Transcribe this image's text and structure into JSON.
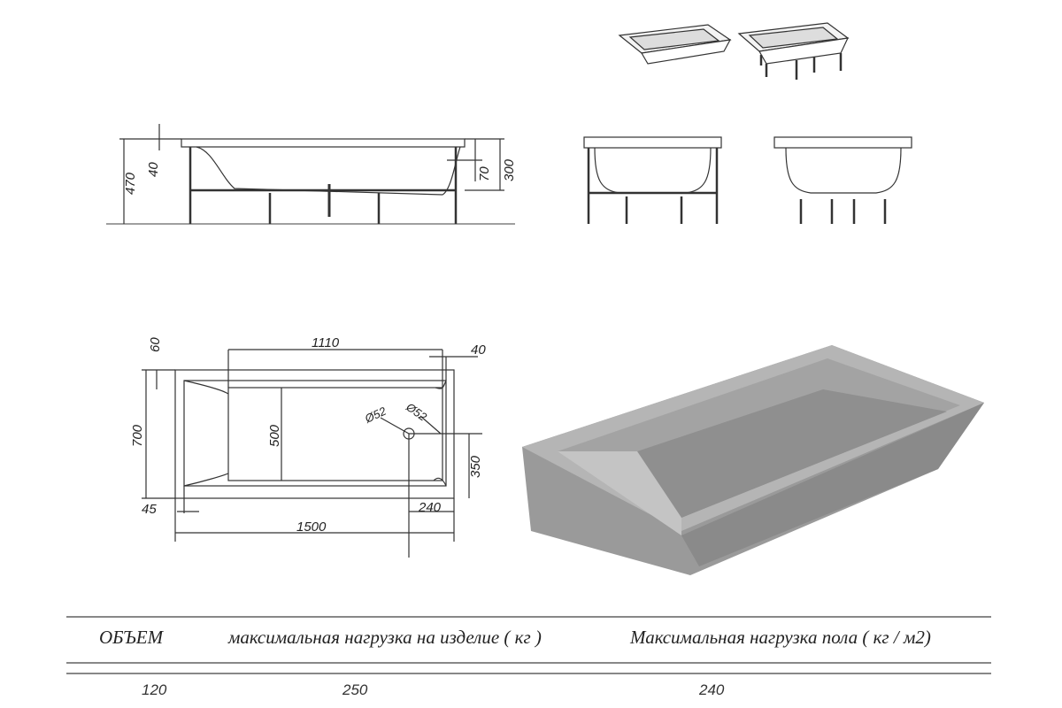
{
  "side_view": {
    "dims": {
      "total_height": "470",
      "rim": "40",
      "overflow": "70",
      "depth": "300"
    }
  },
  "top_view": {
    "dims": {
      "inner_length": "1110",
      "right_rim": "40",
      "top_rim": "60",
      "width": "700",
      "inner_width": "500",
      "drain_y": "350",
      "left_rim": "45",
      "drain_x": "240",
      "length": "1500",
      "drain_diameter": "Ø52",
      "overflow_diameter": "Ø52"
    }
  },
  "specs_table": {
    "headers": [
      "ОБЪЕМ",
      "максимальная нагрузка на изделие ( кг )",
      "Максимальная нагрузка пола ( кг / м2)"
    ],
    "values": [
      "120",
      "250",
      "240"
    ]
  }
}
